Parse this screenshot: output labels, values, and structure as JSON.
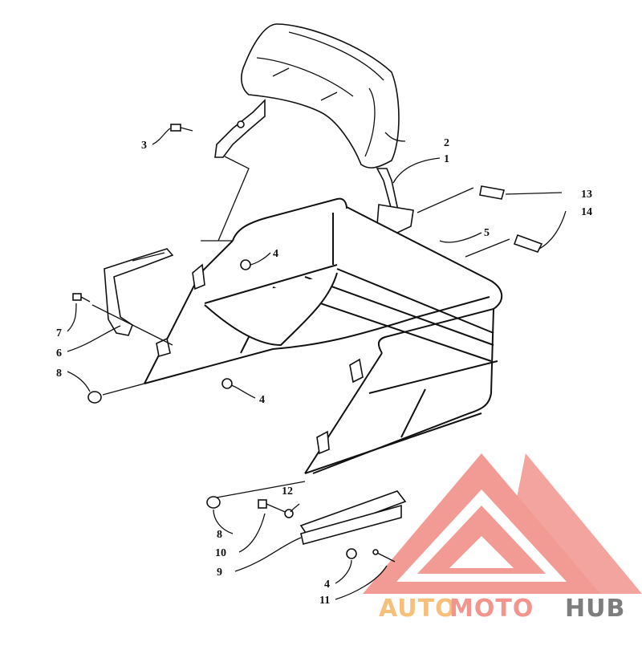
{
  "diagram": {
    "callouts": [
      "1",
      "2",
      "3",
      "4",
      "5",
      "6",
      "7",
      "8",
      "9",
      "10",
      "11",
      "12",
      "13",
      "14"
    ],
    "repeat_callouts": {
      "four_b": "4",
      "four_c": "4",
      "eight_b": "8"
    }
  },
  "watermark": {
    "part1": "AUTO",
    "part2": "MOTO",
    "part3": "HUB",
    "color_logo": "#f2958f",
    "color_auto": "#f6c07a",
    "color_moto": "#f2958f",
    "color_hub": "#7d7d7d"
  }
}
